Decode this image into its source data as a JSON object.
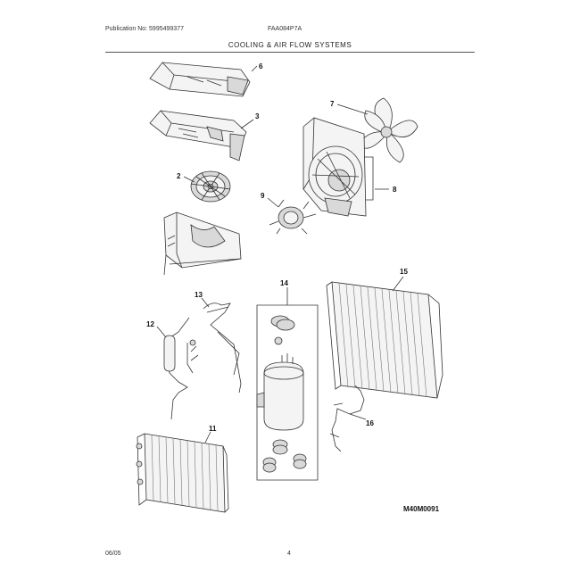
{
  "header": {
    "publication": "Publication No: 5995499377",
    "model": "FAA084P7A",
    "section_title": "COOLING & AIR FLOW SYSTEMS"
  },
  "callouts": [
    "6",
    "3",
    "7",
    "2",
    "9",
    "8",
    "13",
    "14",
    "15",
    "12",
    "16",
    "11"
  ],
  "diagram_code": "M40M0091",
  "footer": {
    "date": "06/05",
    "page": "4"
  }
}
